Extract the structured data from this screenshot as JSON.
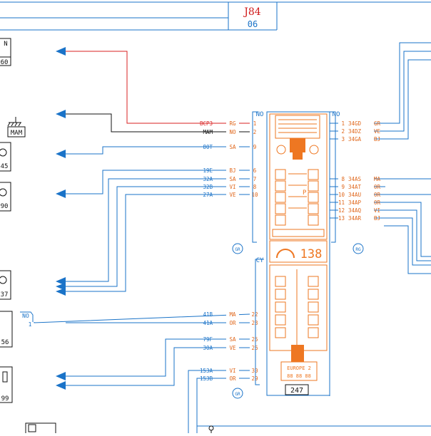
{
  "header": {
    "title": "J84",
    "page": "06"
  },
  "colors": {
    "wire_blue": "#1a73c8",
    "wire_red": "#d92020",
    "wire_black": "#111111",
    "label_orange": "#e0661a",
    "title_red": "#d01818",
    "module_orange": "#ee7722"
  },
  "connectors": {
    "top_left": "NO",
    "top_right": "NO",
    "middle_left": "CY",
    "bottom_left_no": "NO",
    "bottom_left_pin": "1"
  },
  "circle_labels": [
    "GR",
    "RG",
    "GR"
  ],
  "component_number": "247",
  "display_labels": {
    "dial_number": "138",
    "marker": "P",
    "europe_line1": "EUROPE 2",
    "europe_line2": "88 88  88"
  },
  "left_partial_labels": [
    "N",
    "60",
    "MAM",
    "45",
    "90",
    "37",
    "56",
    "99"
  ],
  "left_wires": [
    {
      "id": "BCP3",
      "color": "RG",
      "pin": "1"
    },
    {
      "id": "MAM",
      "color": "NO",
      "pin": "2"
    },
    {
      "id": "80T",
      "color": "SA",
      "pin": "9"
    },
    {
      "id": "19E",
      "color": "BJ",
      "pin": "6"
    },
    {
      "id": "32A",
      "color": "SA",
      "pin": "7"
    },
    {
      "id": "32B",
      "color": "VI",
      "pin": "8"
    },
    {
      "id": "27A",
      "color": "VE",
      "pin": "10"
    },
    {
      "id": "41B",
      "color": "MA",
      "pin": "22"
    },
    {
      "id": "41A",
      "color": "OR",
      "pin": "23"
    },
    {
      "id": "79F",
      "color": "SA",
      "pin": "25"
    },
    {
      "id": "30A",
      "color": "VE",
      "pin": "26"
    },
    {
      "id": "153A",
      "color": "VI",
      "pin": "30"
    },
    {
      "id": "153B",
      "color": "OR",
      "pin": "29"
    }
  ],
  "right_wires": [
    {
      "pin": "1",
      "id": "34GD",
      "color": "GR"
    },
    {
      "pin": "2",
      "id": "34DZ",
      "color": "VE"
    },
    {
      "pin": "3",
      "id": "34GA",
      "color": "BJ"
    },
    {
      "pin": "8",
      "id": "34AS",
      "color": "MA"
    },
    {
      "pin": "9",
      "id": "34AT",
      "color": "OR"
    },
    {
      "pin": "10",
      "id": "34AU",
      "color": "OR"
    },
    {
      "pin": "11",
      "id": "34AP",
      "color": "OR"
    },
    {
      "pin": "12",
      "id": "34AQ",
      "color": "VI"
    },
    {
      "pin": "13",
      "id": "34AR",
      "color": "BJ"
    }
  ]
}
